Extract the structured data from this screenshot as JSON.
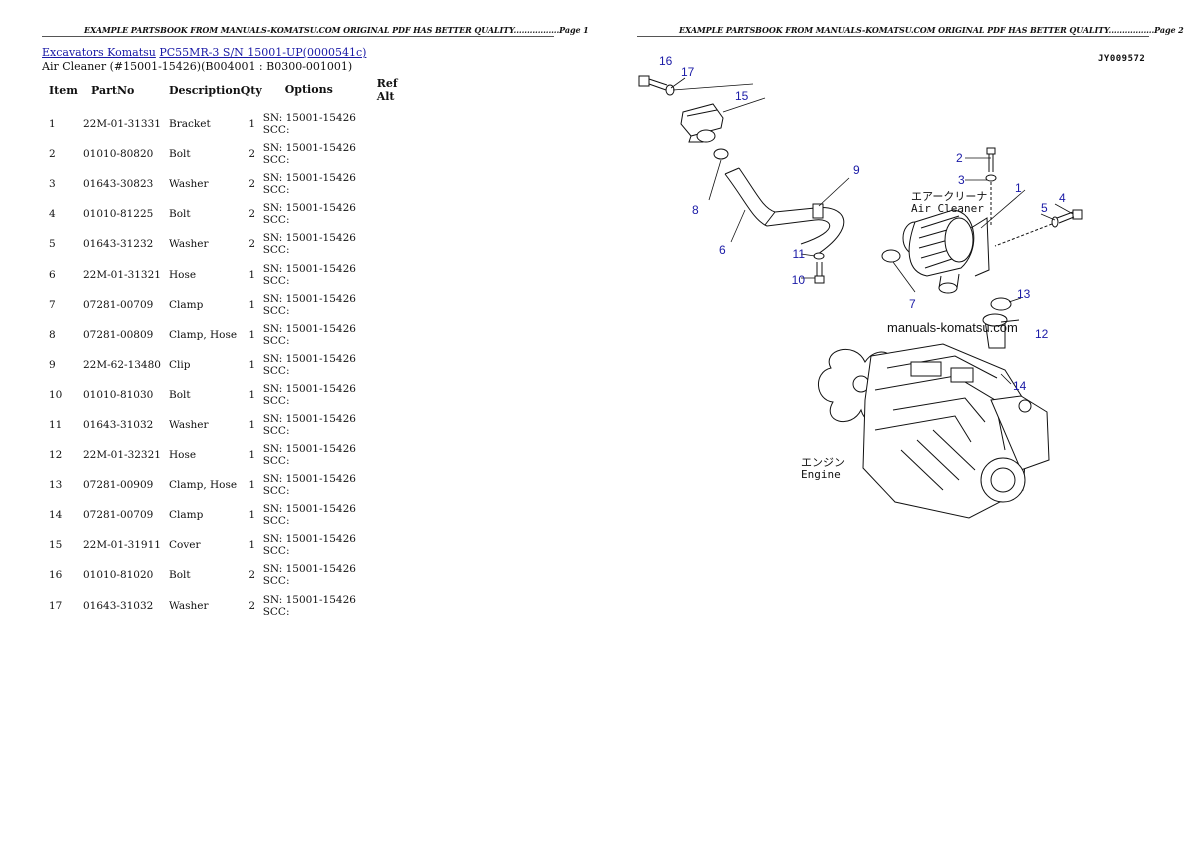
{
  "left_page": {
    "header": "EXAMPLE PARTSBOOK FROM MANUALS-KOMATSU.COM ORIGINAL PDF HAS BETTER QUALITY.................Page 1",
    "breadcrumb": {
      "link1": "Excavators Komatsu",
      "link2": "PC55MR-3 S/N 15001-UP(0000541c)"
    },
    "subtitle": "Air Cleaner (#15001-15426)(B004001 : B0300-001001)",
    "columns": [
      "Item",
      "PartNo",
      "Description",
      "Qty",
      "Options",
      "Ref Alt"
    ],
    "rows": [
      {
        "item": "1",
        "part": "22M-01-31331",
        "desc": "Bracket",
        "qty": "1",
        "opt1": "SN: 15001-15426",
        "opt2": "SCC:"
      },
      {
        "item": "2",
        "part": "01010-80820",
        "desc": "Bolt",
        "qty": "2",
        "opt1": "SN: 15001-15426",
        "opt2": "SCC:"
      },
      {
        "item": "3",
        "part": "01643-30823",
        "desc": "Washer",
        "qty": "2",
        "opt1": "SN: 15001-15426",
        "opt2": "SCC:"
      },
      {
        "item": "4",
        "part": "01010-81225",
        "desc": "Bolt",
        "qty": "2",
        "opt1": "SN: 15001-15426",
        "opt2": "SCC:"
      },
      {
        "item": "5",
        "part": "01643-31232",
        "desc": "Washer",
        "qty": "2",
        "opt1": "SN: 15001-15426",
        "opt2": "SCC:"
      },
      {
        "item": "6",
        "part": "22M-01-31321",
        "desc": "Hose",
        "qty": "1",
        "opt1": "SN: 15001-15426",
        "opt2": "SCC:"
      },
      {
        "item": "7",
        "part": "07281-00709",
        "desc": "Clamp",
        "qty": "1",
        "opt1": "SN: 15001-15426",
        "opt2": "SCC:"
      },
      {
        "item": "8",
        "part": "07281-00809",
        "desc": "Clamp, Hose",
        "qty": "1",
        "opt1": "SN: 15001-15426",
        "opt2": "SCC:"
      },
      {
        "item": "9",
        "part": "22M-62-13480",
        "desc": "Clip",
        "qty": "1",
        "opt1": "SN: 15001-15426",
        "opt2": "SCC:"
      },
      {
        "item": "10",
        "part": "01010-81030",
        "desc": "Bolt",
        "qty": "1",
        "opt1": "SN: 15001-15426",
        "opt2": "SCC:"
      },
      {
        "item": "11",
        "part": "01643-31032",
        "desc": "Washer",
        "qty": "1",
        "opt1": "SN: 15001-15426",
        "opt2": "SCC:"
      },
      {
        "item": "12",
        "part": "22M-01-32321",
        "desc": "Hose",
        "qty": "1",
        "opt1": "SN: 15001-15426",
        "opt2": "SCC:"
      },
      {
        "item": "13",
        "part": "07281-00909",
        "desc": "Clamp, Hose",
        "qty": "1",
        "opt1": "SN: 15001-15426",
        "opt2": "SCC:"
      },
      {
        "item": "14",
        "part": "07281-00709",
        "desc": "Clamp",
        "qty": "1",
        "opt1": "SN: 15001-15426",
        "opt2": "SCC:"
      },
      {
        "item": "15",
        "part": "22M-01-31911",
        "desc": "Cover",
        "qty": "1",
        "opt1": "SN: 15001-15426",
        "opt2": "SCC:"
      },
      {
        "item": "16",
        "part": "01010-81020",
        "desc": "Bolt",
        "qty": "2",
        "opt1": "SN: 15001-15426",
        "opt2": "SCC:"
      },
      {
        "item": "17",
        "part": "01643-31032",
        "desc": "Washer",
        "qty": "2",
        "opt1": "SN: 15001-15426",
        "opt2": "SCC:"
      }
    ]
  },
  "right_page": {
    "header": "EXAMPLE PARTSBOOK FROM MANUALS-KOMATSU.COM ORIGINAL PDF HAS BETTER QUALITY.................Page 2",
    "drawing_code": "JY009572",
    "watermark": "manuals-komatsu.com",
    "labels": {
      "air_cleaner_jp": "エアークリーナ",
      "air_cleaner_en": "Air Cleaner",
      "engine_jp": "エンジン",
      "engine_en": "Engine"
    },
    "callouts": [
      "1",
      "2",
      "3",
      "4",
      "5",
      "6",
      "7",
      "8",
      "9",
      "10",
      "11",
      "12",
      "13",
      "14",
      "15",
      "16",
      "17"
    ]
  }
}
